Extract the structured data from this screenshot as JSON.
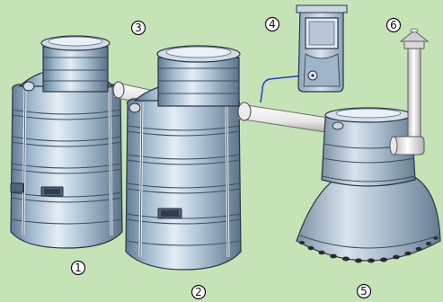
{
  "callouts": [
    {
      "id": "first-tank",
      "text": "1"
    },
    {
      "id": "second-tank",
      "text": "2"
    },
    {
      "id": "tank-inlet",
      "text": "3"
    },
    {
      "id": "control-box",
      "text": "4"
    },
    {
      "id": "infiltration-dome",
      "text": "5"
    },
    {
      "id": "vent-pipe",
      "text": "6"
    }
  ],
  "colors": {
    "background": "#c6e3b8",
    "tank_light": "#d6e4ef",
    "tank_mid": "#9fb7cc",
    "tank_dark": "#5f7a92",
    "outline": "#2b3440",
    "pipe": "#f3f3f3",
    "cable": "#1f3fbf",
    "dome_holes": "#2a2a2a"
  }
}
